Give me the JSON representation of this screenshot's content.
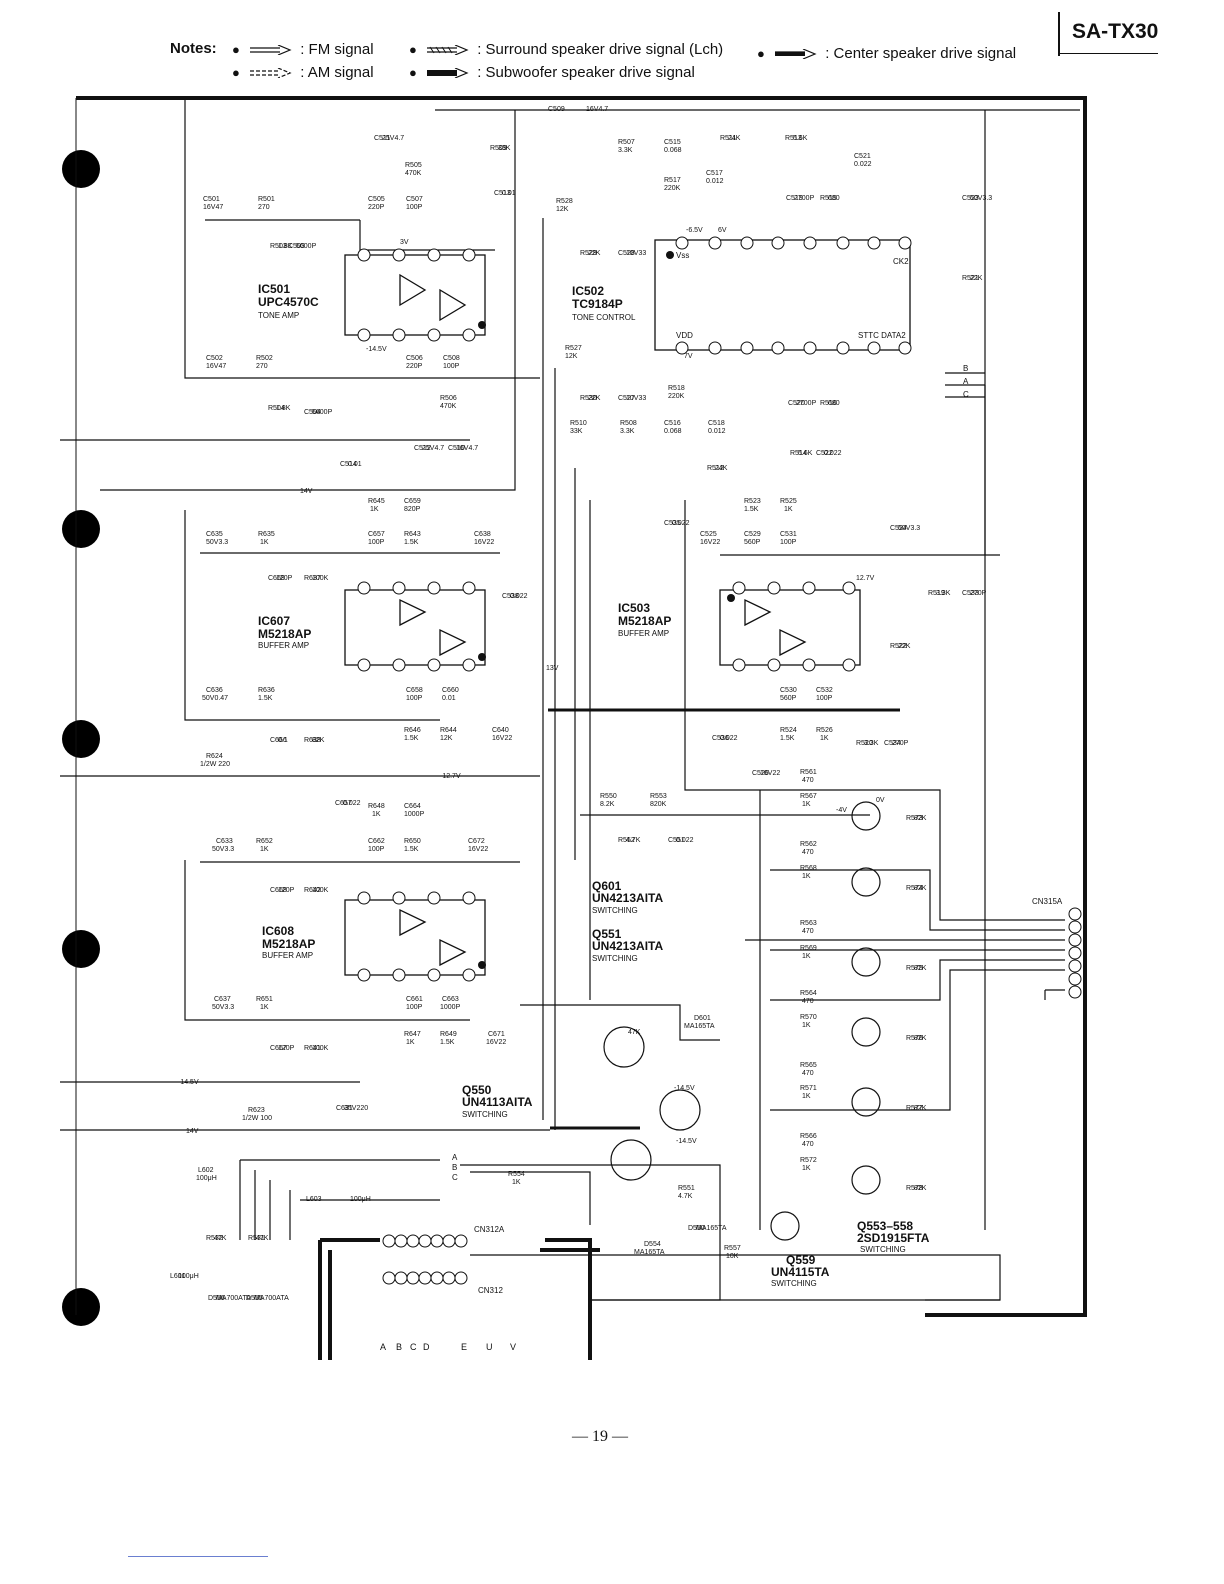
{
  "model": "SA-TX30",
  "notes": {
    "label": "Notes:",
    "fm": ": FM signal",
    "am": ": AM signal",
    "surround": ": Surround speaker drive signal (Lch)",
    "subwoofer": ": Subwoofer speaker drive signal",
    "center": ": Center speaker drive signal"
  },
  "page_number": "— 19 —",
  "ics": [
    {
      "ref": "IC501",
      "part": "UPC4570C",
      "func": "TONE AMP"
    },
    {
      "ref": "IC502",
      "part": "TC9184P",
      "func": "TONE CONTROL"
    },
    {
      "ref": "IC607",
      "part": "M5218AP",
      "func": "BUFFER AMP"
    },
    {
      "ref": "IC503",
      "part": "M5218AP",
      "func": "BUFFER AMP"
    },
    {
      "ref": "IC608",
      "part": "M5218AP",
      "func": "BUFFER AMP"
    }
  ],
  "transistors": {
    "q601": {
      "ref": "Q601",
      "part": "UN4213AITA",
      "func": "SWITCHING"
    },
    "q551": {
      "ref": "Q551",
      "part": "UN4213AITA",
      "func": "SWITCHING"
    },
    "q550": {
      "ref": "Q550",
      "part": "UN4113AITA",
      "func": "SWITCHING"
    },
    "q553_558": {
      "ref": "Q553–558",
      "part": "2SD1915FTA",
      "func": "SWITCHING"
    },
    "q559": {
      "ref": "Q559",
      "part": "UN4115TA",
      "func": "SWITCHING"
    }
  },
  "connectors": {
    "cn315a": "CN315A",
    "cn312a": "CN312A",
    "cn312": "CN312"
  },
  "bus_letters": [
    "A",
    "B",
    "C",
    "D",
    "E",
    "U",
    "V"
  ],
  "labels": {
    "c501": "C501",
    "c501v": "16V47",
    "r501": "R501",
    "r501v": "270",
    "r503": "R503",
    "r503v": "1.8K",
    "c503": "C503",
    "c503v": "5600P",
    "c505": "C505",
    "c505v": "220P",
    "c507": "C507",
    "c507v": "100P",
    "r505": "R505",
    "r505v": "470K",
    "c511": "C511",
    "c511v": "25V4.7",
    "c509": "C509",
    "c509v": "16V4.7",
    "r509": "R509",
    "r509v": "33K",
    "c513": "C513",
    "c513v": "0.01",
    "r507": "R507",
    "r507v": "3.3K",
    "c515": "C515",
    "c515v": "0.068",
    "r511": "R511",
    "r511v": "24K",
    "r513": "R513",
    "r513v": "5.6K",
    "c517": "C517",
    "c517v": "0.012",
    "r517": "R517",
    "r517v": "220K",
    "c519": "C519",
    "c519v": "2700P",
    "r515": "R515",
    "r515v": "680",
    "c521": "C521",
    "c521v": "0.022",
    "c523": "C523",
    "c523v": "50V3.3",
    "r528": "R528",
    "r528v": "12K",
    "r529": "R529",
    "r529v": "22K",
    "c528": "C528",
    "c528v": "10V33",
    "r521": "R521",
    "r521v": "22K",
    "c502": "C502",
    "c502v": "16V47",
    "r502": "R502",
    "r502v": "270",
    "r504": "R504",
    "r504v": "1.8K",
    "c504": "C504",
    "c504v": "5600P",
    "c506": "C506",
    "c506v": "220P",
    "c508": "C508",
    "c508v": "100P",
    "r506": "R506",
    "r506v": "470K",
    "c512": "C512",
    "c512v": "25V4.7",
    "c510": "C510",
    "c510v": "16V4.7",
    "c514": "C514",
    "c514v": "0.01",
    "r527": "R527",
    "r527v": "12K",
    "r530": "R530",
    "r530v": "22K",
    "c527": "C527",
    "c527v": "10V33",
    "r518": "R518",
    "r518v": "220K",
    "r510": "R510",
    "r510v": "33K",
    "r508": "R508",
    "r508v": "3.3K",
    "c516": "C516",
    "c516v": "0.068",
    "c518": "C518",
    "c518v": "0.012",
    "r512": "R512",
    "r512v": "24K",
    "c520": "C520",
    "c520v": "2700P",
    "r516": "R516",
    "r516v": "680",
    "r514": "R514",
    "r514v": "5.6K",
    "c522": "C522",
    "c522v": "0.022",
    "sttc": "STTC DATA2",
    "ck2": "CK2",
    "vss": "Vss",
    "vdd": "VDD",
    "r645": "R645",
    "r645v": "1K",
    "c659": "C659",
    "c659v": "820P",
    "c657": "C657",
    "c657v": "100P",
    "r643": "R643",
    "r643v": "1.5K",
    "c638": "C638",
    "c638v": "16V22",
    "c635": "C635",
    "c635v": "50V3.3",
    "r635": "R635",
    "r635v": "1K",
    "c669": "C669",
    "c669v": "120P",
    "r637": "R637",
    "r637v": "100K",
    "c538": "C538",
    "c538v": "0.022",
    "c535": "C535",
    "c535v": "0.022",
    "r523": "R523",
    "r523v": "1.5K",
    "r525": "R525",
    "r525v": "1K",
    "c524": "C524",
    "c524v": "50V3.3",
    "c525": "C525",
    "c525v": "16V22",
    "c529": "C529",
    "c529v": "560P",
    "c531": "C531",
    "c531v": "100P",
    "r519": "R519",
    "r519v": "3.3K",
    "c533": "C533",
    "c533v": "270P",
    "r522": "R522",
    "r522v": "22K",
    "c636": "C636",
    "c636v": "50V0.47",
    "r636": "R636",
    "r636v": "1.5K",
    "c666": "C666",
    "c666v": "0.1",
    "r638": "R638",
    "r638v": "82K",
    "c658": "C658",
    "c658v": "100P",
    "c660": "C660",
    "c660v": "0.01",
    "r646": "R646",
    "r646v": "1.5K",
    "r644": "R644",
    "r644v": "12K",
    "c640": "C640",
    "c640v": "16V22",
    "c536": "C536",
    "c536v": "0.022",
    "c530": "C530",
    "c530v": "560P",
    "c532": "C532",
    "c532v": "100P",
    "r524": "R524",
    "r524v": "1.5K",
    "r526": "R526",
    "r526v": "1K",
    "r520": "R520",
    "r520v": "3.3K",
    "c534": "C534",
    "c534v": "270P",
    "r624": "R624",
    "r624v": "1/2W 220",
    "c526": "C526",
    "c526v": "16V22",
    "c657b": "C657",
    "c657bv": "0.022",
    "r648": "R648",
    "r648v": "1K",
    "c664": "C664",
    "c664v": "1000P",
    "r550": "R550",
    "r550v": "8.2K",
    "r553": "R553",
    "r553v": "820K",
    "r552": "R552",
    "r552v": "4.7K",
    "c551": "C551",
    "c551v": "0.022",
    "r561": "R561",
    "r561v": "470",
    "r567": "R567",
    "r567v": "1K",
    "r573": "R573",
    "r573v": "82K",
    "c633": "C633",
    "c633v": "50V3.3",
    "r652": "R652",
    "r652v": "1K",
    "c662": "C662",
    "c662v": "100P",
    "r650": "R650",
    "r650v": "1.5K",
    "c672": "C672",
    "c672v": "16V22",
    "c668": "C668",
    "c668v": "120P",
    "r642": "R642",
    "r642v": "100K",
    "r562": "R562",
    "r562v": "470",
    "r568": "R568",
    "r568v": "1K",
    "r574": "R574",
    "r574v": "82K",
    "r563": "R563",
    "r563v": "470",
    "r569": "R569",
    "r569v": "1K",
    "r575": "R575",
    "r575v": "82K",
    "c637": "C637",
    "c637v": "50V3.3",
    "r651": "R651",
    "r651v": "1K",
    "c661": "C661",
    "c661v": "100P",
    "c663": "C663",
    "c663v": "1000P",
    "c667": "C667",
    "c667v": "120P",
    "r641": "R641",
    "r641v": "100K",
    "r647": "R647",
    "r647v": "1K",
    "r649": "R649",
    "r649v": "1.5K",
    "c671": "C671",
    "c671v": "16V22",
    "r564": "R564",
    "r564v": "470",
    "r570": "R570",
    "r570v": "1K",
    "r576": "R576",
    "r576v": "82K",
    "d601": "D601",
    "d601v": "MA165TA",
    "r565": "R565",
    "r565v": "470",
    "r571": "R571",
    "r571v": "1K",
    "r577": "R577",
    "r577v": "82K",
    "c631": "C631",
    "c631v": "35V220",
    "r623": "R623",
    "r623v": "1/2W 100",
    "r566": "R566",
    "r566v": "470",
    "r572": "R572",
    "r572v": "1K",
    "r578": "R578",
    "r578v": "82K",
    "l602": "L602",
    "l602v": "100μH",
    "r554": "R554",
    "r554v": "1K",
    "r551": "R551",
    "r551v": "4.7K",
    "l603": "L603",
    "l603v": "100μH",
    "r532": "R532",
    "r532v": "47K",
    "r531": "R531",
    "r531v": "47K",
    "l601": "L601",
    "l601v": "100μH",
    "d556": "D556",
    "d556v": "MA700ATA",
    "d555": "D555",
    "d555v": "MA700ATA",
    "d554": "D554",
    "d554v": "MA165TA",
    "d550": "D550",
    "d550v": "MA165TA",
    "r557": "R557",
    "r557v": "10K",
    "v14": "14V",
    "vn14_5": "-14.5V",
    "vn12_7": "-12.7V",
    "v13": "13V",
    "vn14_5b": "-14.5V",
    "v14b": "14V",
    "vn14_5c": "-14.5V",
    "vn14_5d": "-14.5V",
    "r47k": "47K",
    "vn4": "-4V",
    "v0": "0V",
    "vn6_5": "-6.5V",
    "v6": "6V",
    "v7": "7V",
    "v3": "3V",
    "v_ic503_out": "12.7V"
  }
}
